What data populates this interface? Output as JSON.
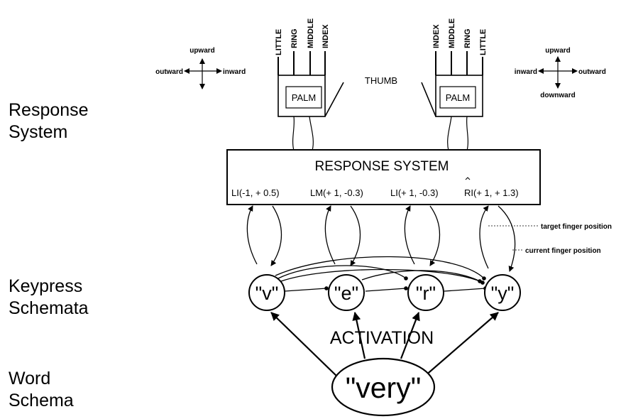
{
  "row_labels": {
    "response": [
      "Response",
      "System"
    ],
    "keypress": [
      "Keypress",
      "Schemata"
    ],
    "word": [
      "Word",
      "Schema"
    ]
  },
  "left_hand": {
    "fingers": [
      "LITTLE",
      "RING",
      "MIDDLE",
      "INDEX"
    ],
    "palm": "PALM",
    "compass": {
      "up": "upward",
      "left": "outward",
      "right": "inward"
    }
  },
  "right_hand": {
    "fingers": [
      "INDEX",
      "MIDDLE",
      "RING",
      "LITTLE"
    ],
    "palm": "PALM",
    "compass": {
      "up": "upward",
      "left": "inward",
      "right": "outward",
      "down": "downward"
    }
  },
  "thumb_label": "THUMB",
  "response_system": {
    "title": "RESPONSE SYSTEM",
    "coords": [
      "LI(-1, + 0.5)",
      "LM(+ 1, -0.3)",
      "LI(+ 1, -0.3)",
      "RI(+ 1, + 1.3)"
    ]
  },
  "annotations": {
    "target": "target finger position",
    "current": "current finger position"
  },
  "keypress_nodes": [
    "\"v\"",
    "\"e\"",
    "\"r\"",
    "\"y\""
  ],
  "activation_label": "ACTIVATION",
  "word_node": "\"very\""
}
